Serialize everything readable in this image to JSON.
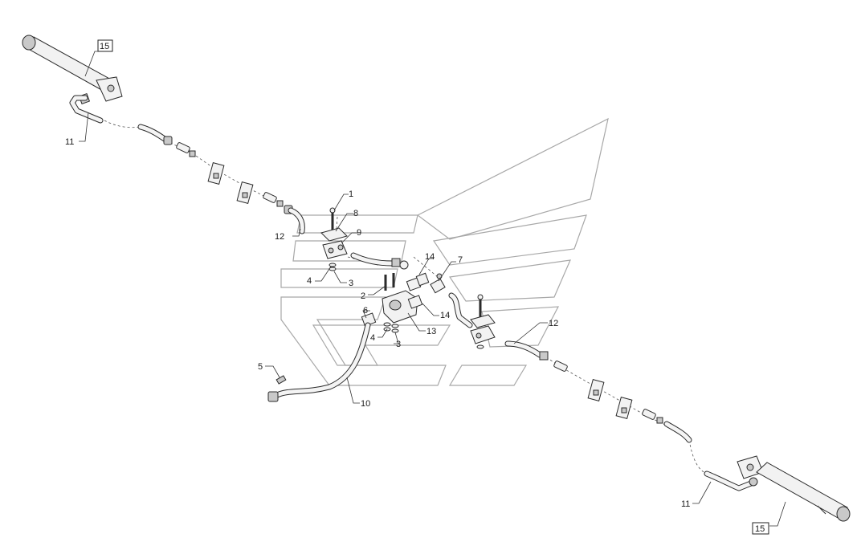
{
  "callouts": {
    "c1": "1",
    "c2": "2",
    "c3a": "3",
    "c3b": "3",
    "c4a": "4",
    "c4b": "4",
    "c5": "5",
    "c6": "6",
    "c7": "7",
    "c8": "8",
    "c9": "9",
    "c10": "10",
    "c11a": "11",
    "c11b": "11",
    "c12a": "12",
    "c12b": "12",
    "c13": "13",
    "c14a": "14",
    "c14b": "14",
    "c15a": "15",
    "c15b": "15"
  }
}
